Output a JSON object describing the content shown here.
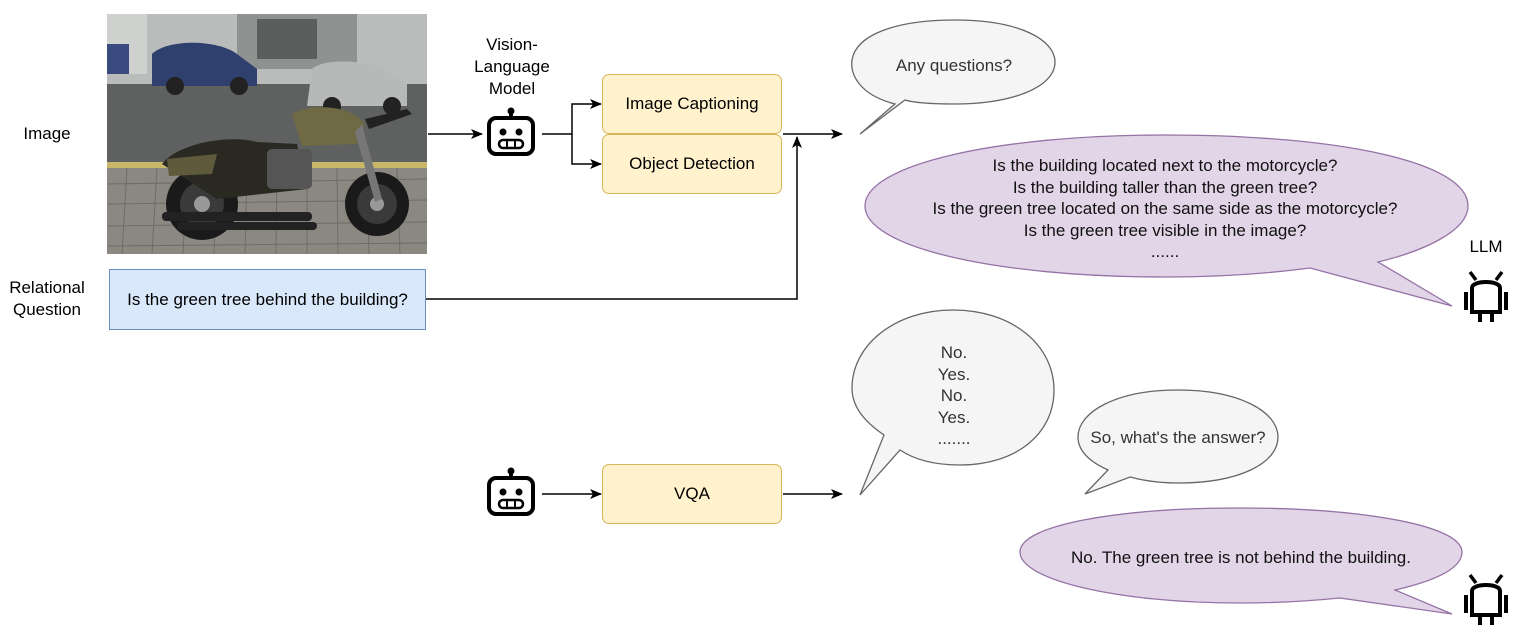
{
  "labels": {
    "image": "Image",
    "relational_question": [
      "Relational",
      "Question"
    ],
    "vlm": [
      "Vision-",
      "Language",
      "Model"
    ],
    "llm": "LLM"
  },
  "question_box": "Is the green tree behind the building?",
  "boxes": {
    "captioning": "Image Captioning",
    "detection": "Object Detection",
    "vqa": "VQA"
  },
  "bubbles": {
    "any_questions": "Any questions?",
    "generated_questions": [
      "Is the building located next to the motorcycle?",
      "Is the building taller than the green tree?",
      "Is the green tree located on the same side as the motorcycle?",
      "Is the green tree visible in the image?",
      "......"
    ],
    "answers": [
      "No.",
      "Yes.",
      "No.",
      "Yes.",
      "......."
    ],
    "whats_answer": "So, what's the answer?",
    "final_answer": "No. The green tree is not behind the building."
  },
  "colors": {
    "yellow_fill": "#fff2cc",
    "yellow_stroke": "#d6b656",
    "blue_fill": "#dae8fc",
    "blue_stroke": "#6c8ebf",
    "grey_bubble_fill": "#f5f5f5",
    "grey_bubble_stroke": "#666666",
    "purple_bubble_fill": "#e1d5e7",
    "purple_bubble_stroke": "#9673a6"
  },
  "icons": [
    "robot-icon",
    "android-icon",
    "motorcycle-photo"
  ]
}
